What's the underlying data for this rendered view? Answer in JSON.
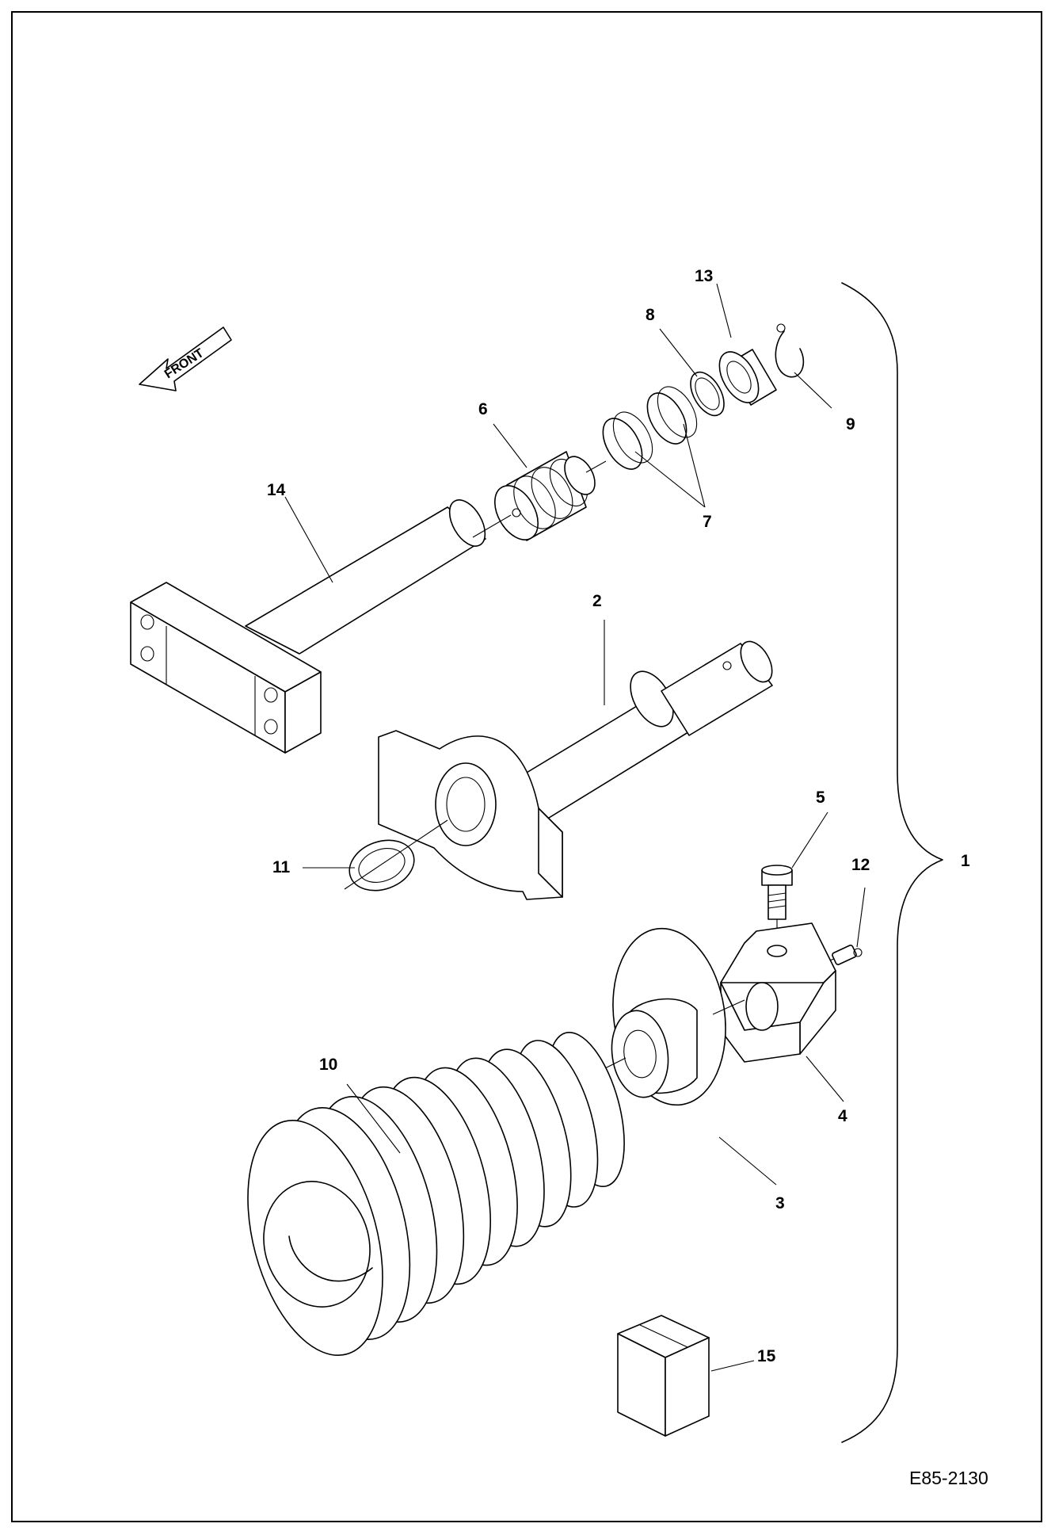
{
  "diagram": {
    "drawing_code": "E85-2130",
    "front_arrow_label": "FRONT",
    "callouts": {
      "c1": "1",
      "c2": "2",
      "c3": "3",
      "c4": "4",
      "c5": "5",
      "c6": "6",
      "c7": "7",
      "c8": "8",
      "c9": "9",
      "c10": "10",
      "c11": "11",
      "c12": "12",
      "c13": "13",
      "c14": "14",
      "c15": "15"
    }
  }
}
